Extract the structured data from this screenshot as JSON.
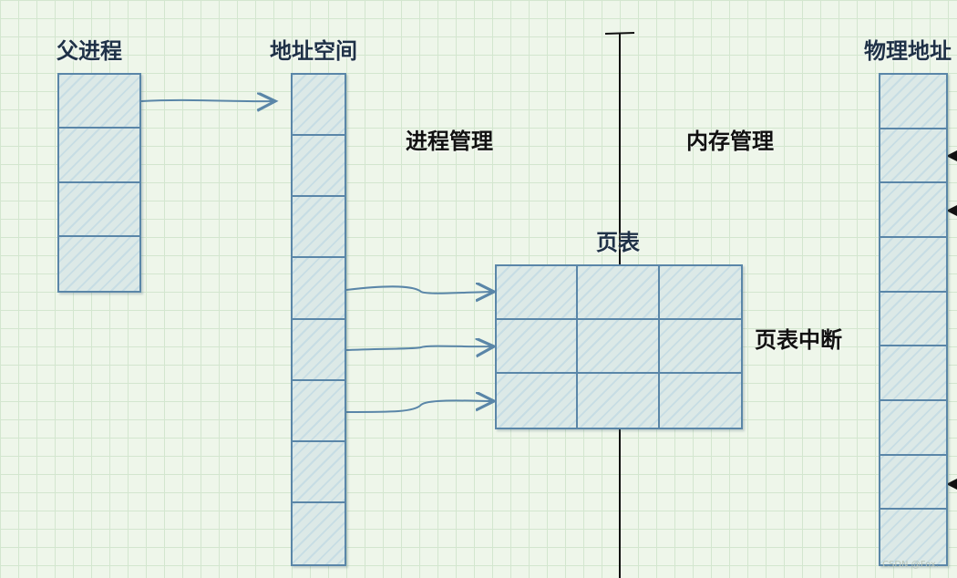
{
  "labels": {
    "parent_process": "父进程",
    "address_space": "地址空间",
    "process_mgmt": "进程管理",
    "memory_mgmt": "内存管理",
    "page_table": "页表",
    "page_fault": "页表中断",
    "physical_addr": "物理地址"
  },
  "watermark": "CSDN @Fox.",
  "colors": {
    "stroke": "#5a86a8",
    "text": "#1f3147",
    "fill": "#d6e7e6"
  }
}
